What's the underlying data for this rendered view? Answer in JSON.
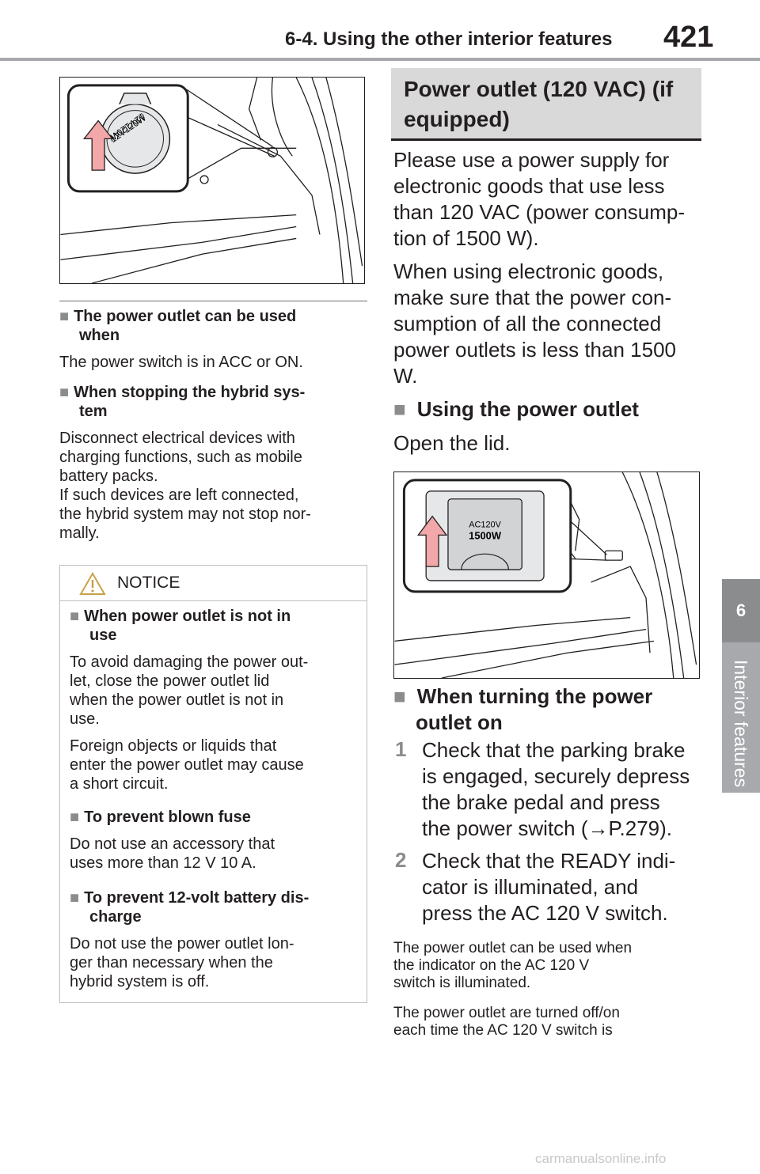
{
  "header": {
    "title": "6-4. Using the other interior features",
    "page_number": "421"
  },
  "side_tab": {
    "number": "6",
    "label": "Interior features"
  },
  "figure1": {
    "label_top": "12V120W",
    "label_bottom": "12V120W"
  },
  "left": {
    "sub1_title_l1": "The power outlet can be used",
    "sub1_title_l2": "when",
    "sub1_body": "The power switch is in ACC or ON.",
    "sub2_title_l1": "When stopping the hybrid sys-",
    "sub2_title_l2": "tem",
    "sub2_body": [
      "Disconnect electrical devices with",
      "charging functions, such as mobile",
      "battery packs.",
      "If such devices are left connected,",
      "the hybrid system may not stop nor-",
      "mally."
    ]
  },
  "notice": {
    "title": "NOTICE",
    "s1_title_l1": "When power outlet is not in",
    "s1_title_l2": "use",
    "s1_p1": [
      "To avoid damaging the power out-",
      "let, close the power outlet lid",
      "when the power outlet is not in",
      "use."
    ],
    "s1_p2": [
      "Foreign objects or liquids that",
      "enter the power outlet may cause",
      "a short circuit."
    ],
    "s2_title": "To prevent blown fuse",
    "s2_body": [
      "Do not use an accessory that",
      "uses more than 12 V 10 A."
    ],
    "s3_title_l1": "To prevent 12-volt battery dis-",
    "s3_title_l2": "charge",
    "s3_body": [
      "Do not use the power outlet lon-",
      "ger than necessary when the",
      "hybrid system is off."
    ]
  },
  "right": {
    "section_title_l1": "Power outlet (120 VAC) (if",
    "section_title_l2": "equipped)",
    "p1": [
      "Please use a power supply for",
      "electronic goods that use less",
      "than 120 VAC (power consump-",
      "tion of 1500 W)."
    ],
    "p2": [
      "When using electronic goods,",
      "make sure that the power con-",
      "sumption of all the connected",
      "power outlets is less than 1500",
      "W."
    ],
    "sub1_title": "Using the power outlet",
    "sub1_body": "Open the lid.",
    "sub2_title_l1": "When turning the power",
    "sub2_title_l2": "outlet on",
    "step1_num": "1",
    "step1": [
      "Check that the parking brake",
      "is engaged, securely depress",
      "the brake pedal and press",
      "the power switch (→P.279)."
    ],
    "step2_num": "2",
    "step2": [
      "Check that the READY indi-",
      "cator is illuminated, and",
      "press the AC 120 V switch."
    ],
    "note1": [
      "The power outlet can be used when",
      "the indicator on the AC 120 V",
      "switch is illuminated."
    ],
    "note2": [
      "The power outlet are turned off/on",
      "each time the AC 120 V switch is"
    ]
  },
  "figure2": {
    "label_top": "AC120V",
    "label_bottom": "1500W"
  },
  "watermark": "carmanualsonline.info"
}
